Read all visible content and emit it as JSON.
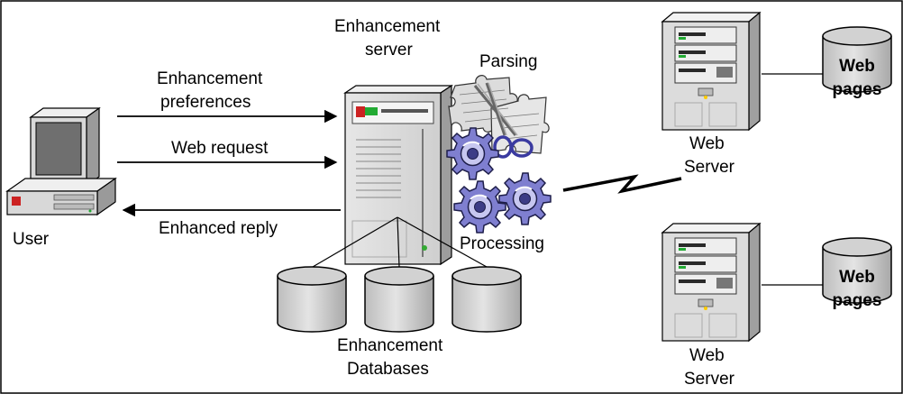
{
  "user": {
    "label": "User"
  },
  "server": {
    "label_line1": "Enhancement",
    "label_line2": "server"
  },
  "flows": {
    "preferences_line1": "Enhancement",
    "preferences_line2": "preferences",
    "request": "Web request",
    "reply": "Enhanced reply"
  },
  "steps": {
    "parsing": "Parsing",
    "processing": "Processing"
  },
  "databases": {
    "label_line1": "Enhancement",
    "label_line2": "Databases"
  },
  "web_servers": [
    {
      "label_line1": "Web",
      "label_line2": "Server",
      "store_line1": "Web",
      "store_line2": "pages"
    },
    {
      "label_line1": "Web",
      "label_line2": "Server",
      "store_line1": "Web",
      "store_line2": "pages"
    }
  ],
  "icons": [
    "computer-icon",
    "server-icon",
    "puzzle-icon",
    "scissors-icon",
    "gear-icon",
    "database-icon",
    "lightning-icon"
  ]
}
